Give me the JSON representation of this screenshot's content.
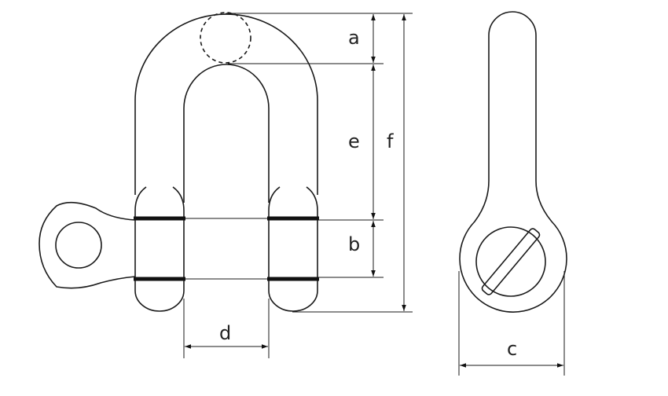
{
  "dimension_labels": {
    "a": "a",
    "b": "b",
    "c": "c",
    "d": "d",
    "e": "e",
    "f": "f"
  }
}
